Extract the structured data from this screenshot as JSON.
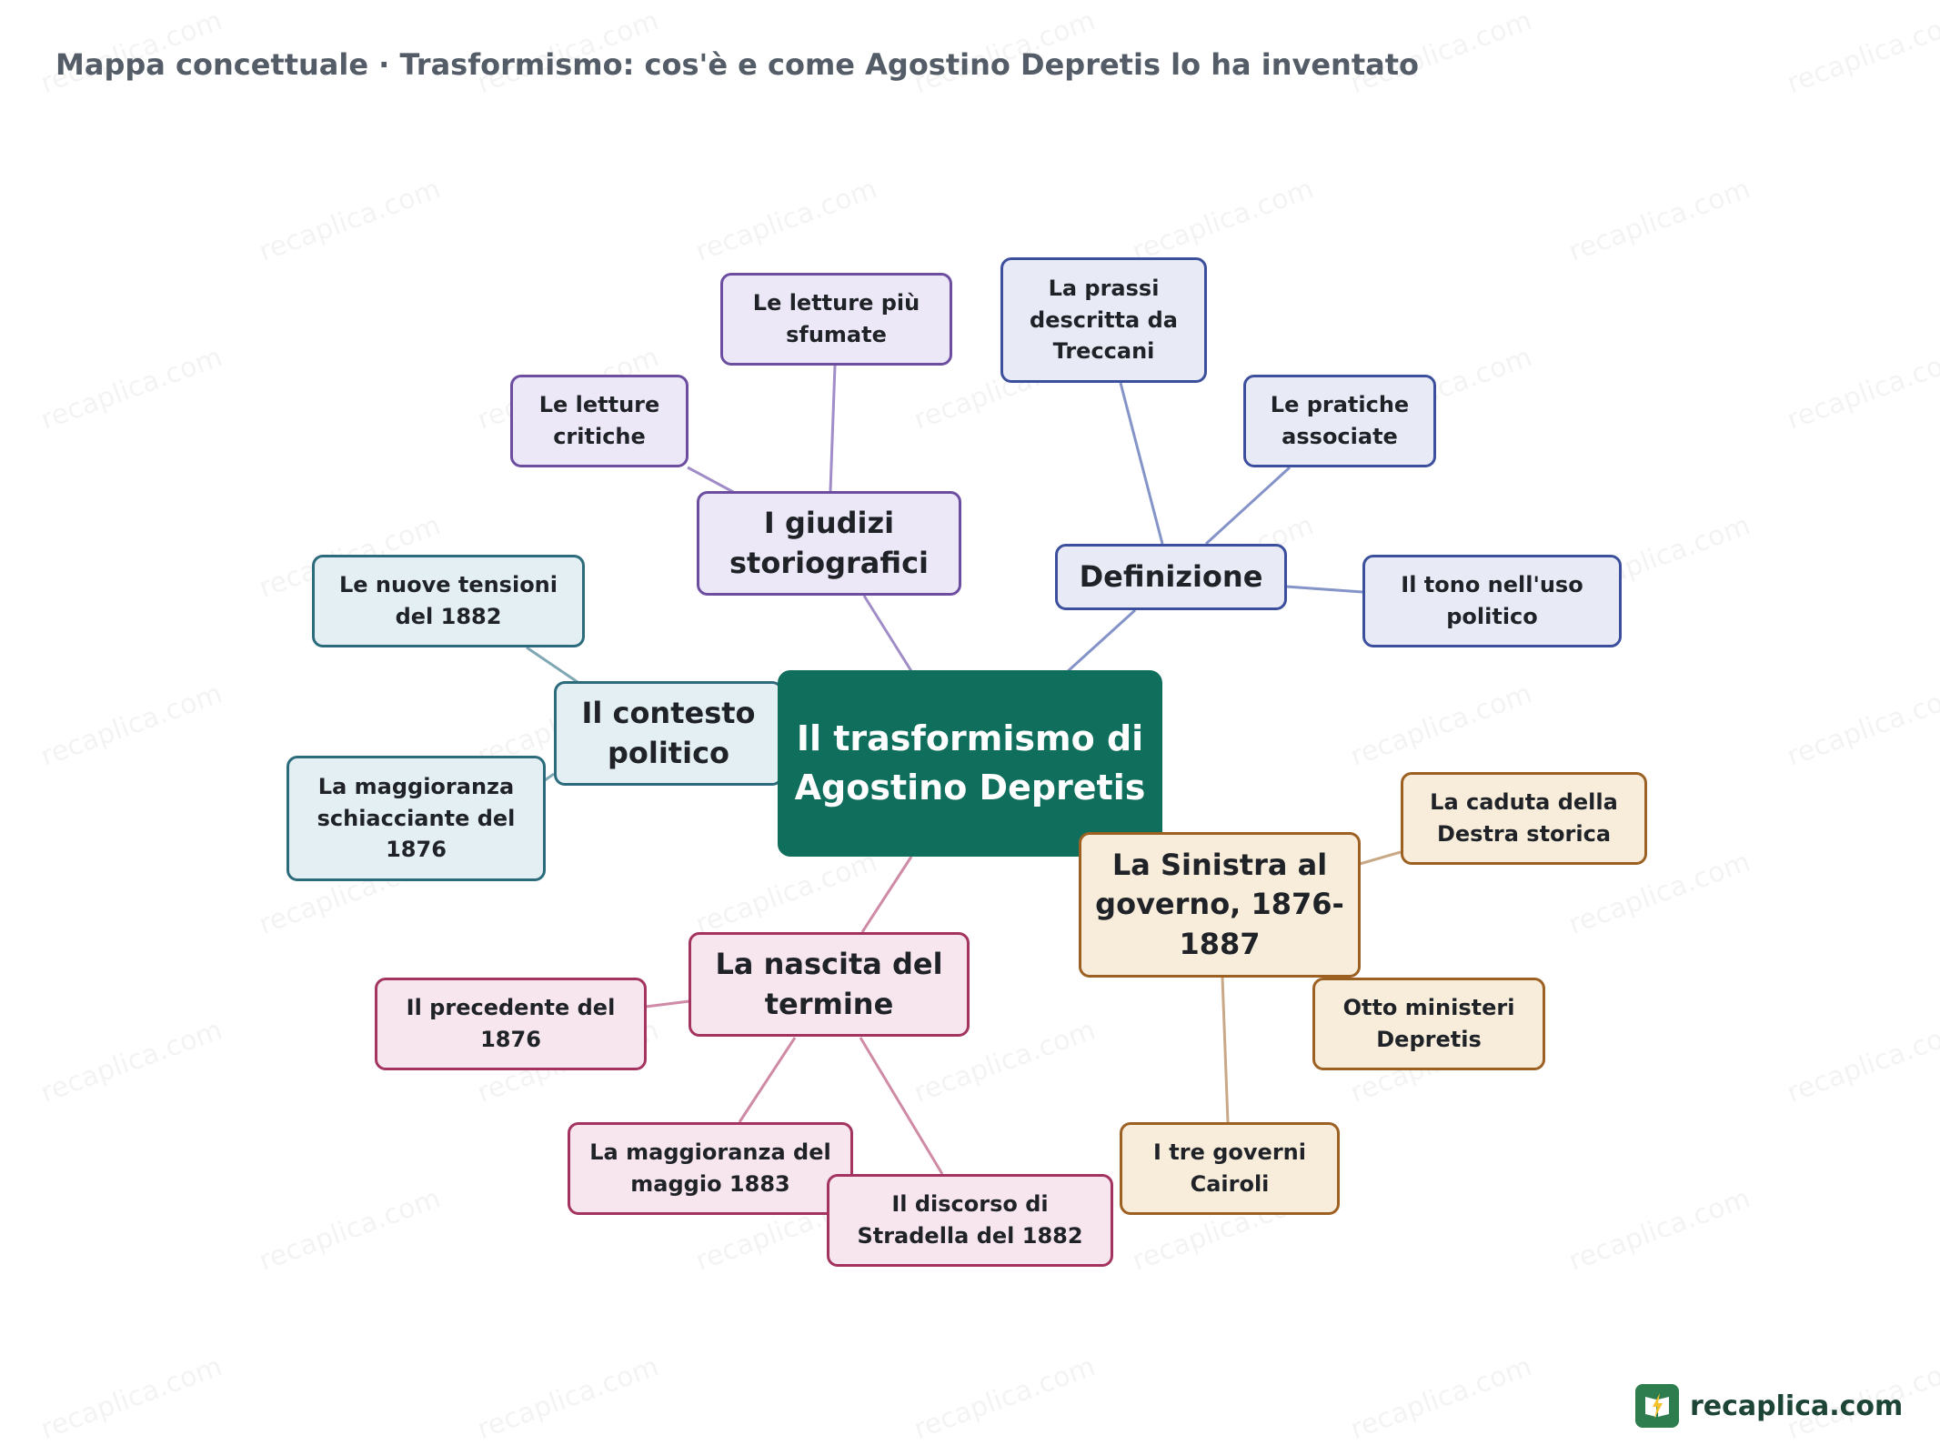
{
  "header": {
    "title": "Mappa concettuale · Trasformismo: cos'è e come Agostino Depretis lo ha inventato"
  },
  "watermark_text": "recaplica.com",
  "brand": {
    "name": "recaplica.com",
    "logo_icon": "book-lightning-icon"
  },
  "colors": {
    "root": "#0f6e5c",
    "giudizi": "#6c4da0",
    "definizione": "#3b4f9c",
    "contesto": "#2c6b7c",
    "nascita": "#a3345f",
    "sinistra": "#9c6122"
  },
  "mindmap": {
    "root": {
      "label": "Il trasformismo di Agostino Depretis"
    },
    "branches": {
      "giudizi": {
        "label": "I giudizi storiografici",
        "leaves": [
          "Le letture più sfumate",
          "Le letture critiche"
        ]
      },
      "definizione": {
        "label": "Definizione",
        "leaves": [
          "La prassi descritta da Treccani",
          "Le pratiche associate",
          "Il tono nell'uso politico"
        ]
      },
      "contesto": {
        "label": "Il contesto politico",
        "leaves": [
          "Le nuove tensioni del 1882",
          "La maggioranza schiacciante del 1876"
        ]
      },
      "nascita": {
        "label": "La nascita del termine",
        "leaves": [
          "Il precedente del 1876",
          "La maggioranza del maggio 1883",
          "Il discorso di Stradella del 1882"
        ]
      },
      "sinistra": {
        "label": "La Sinistra al governo, 1876-1887",
        "leaves": [
          "La caduta della Destra storica",
          "Otto ministeri Depretis",
          "I tre governi Cairoli"
        ]
      }
    }
  }
}
